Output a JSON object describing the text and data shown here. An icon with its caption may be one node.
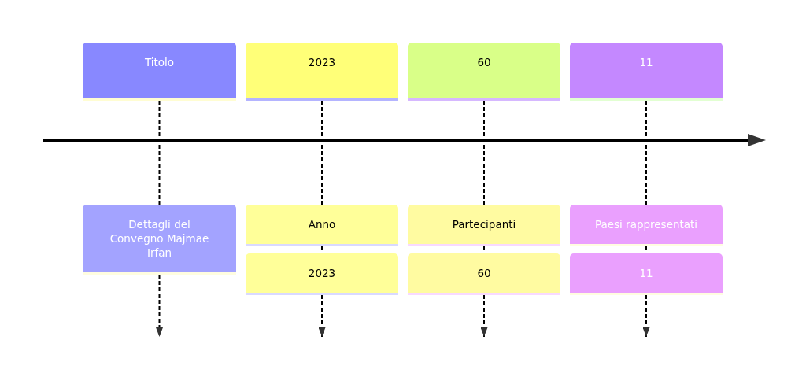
{
  "diagram": {
    "nodes": [
      {
        "text": [
          "Titolo"
        ]
      },
      {
        "text": [
          "2023"
        ]
      },
      {
        "text": [
          "60"
        ]
      },
      {
        "text": [
          "11"
        ]
      },
      {
        "text": [
          "Dettagli del Convegno Majmae Irfan"
        ]
      },
      {
        "text": [
          "Anno"
        ]
      },
      {
        "text": [
          "Partecipanti"
        ]
      },
      {
        "text": [
          "Paesi rappresentati"
        ]
      },
      {
        "text": [
          "2023"
        ]
      },
      {
        "text": [
          "60"
        ]
      },
      {
        "text": [
          "11"
        ]
      }
    ],
    "edges": [
      {
        "from": 0,
        "to": 4,
        "arrow": "none",
        "style": "dashed"
      },
      {
        "from": 4,
        "to": null,
        "arrow": "to",
        "style": "dashed"
      },
      {
        "from": 1,
        "to": 5,
        "arrow": "none",
        "style": "dashed"
      },
      {
        "from": 5,
        "to": 8,
        "arrow": "none",
        "style": "dashed"
      },
      {
        "from": 8,
        "to": null,
        "arrow": "to",
        "style": "dashed"
      },
      {
        "from": 2,
        "to": 6,
        "arrow": "none",
        "style": "dashed"
      },
      {
        "from": 6,
        "to": 9,
        "arrow": "none",
        "style": "dashed"
      },
      {
        "from": 9,
        "to": null,
        "arrow": "to",
        "style": "dashed"
      },
      {
        "from": 3,
        "to": 7,
        "arrow": "none",
        "style": "dashed"
      },
      {
        "from": 7,
        "to": 10,
        "arrow": "none",
        "style": "dashed"
      },
      {
        "from": 10,
        "to": null,
        "arrow": "to",
        "style": "dashed"
      }
    ]
  }
}
